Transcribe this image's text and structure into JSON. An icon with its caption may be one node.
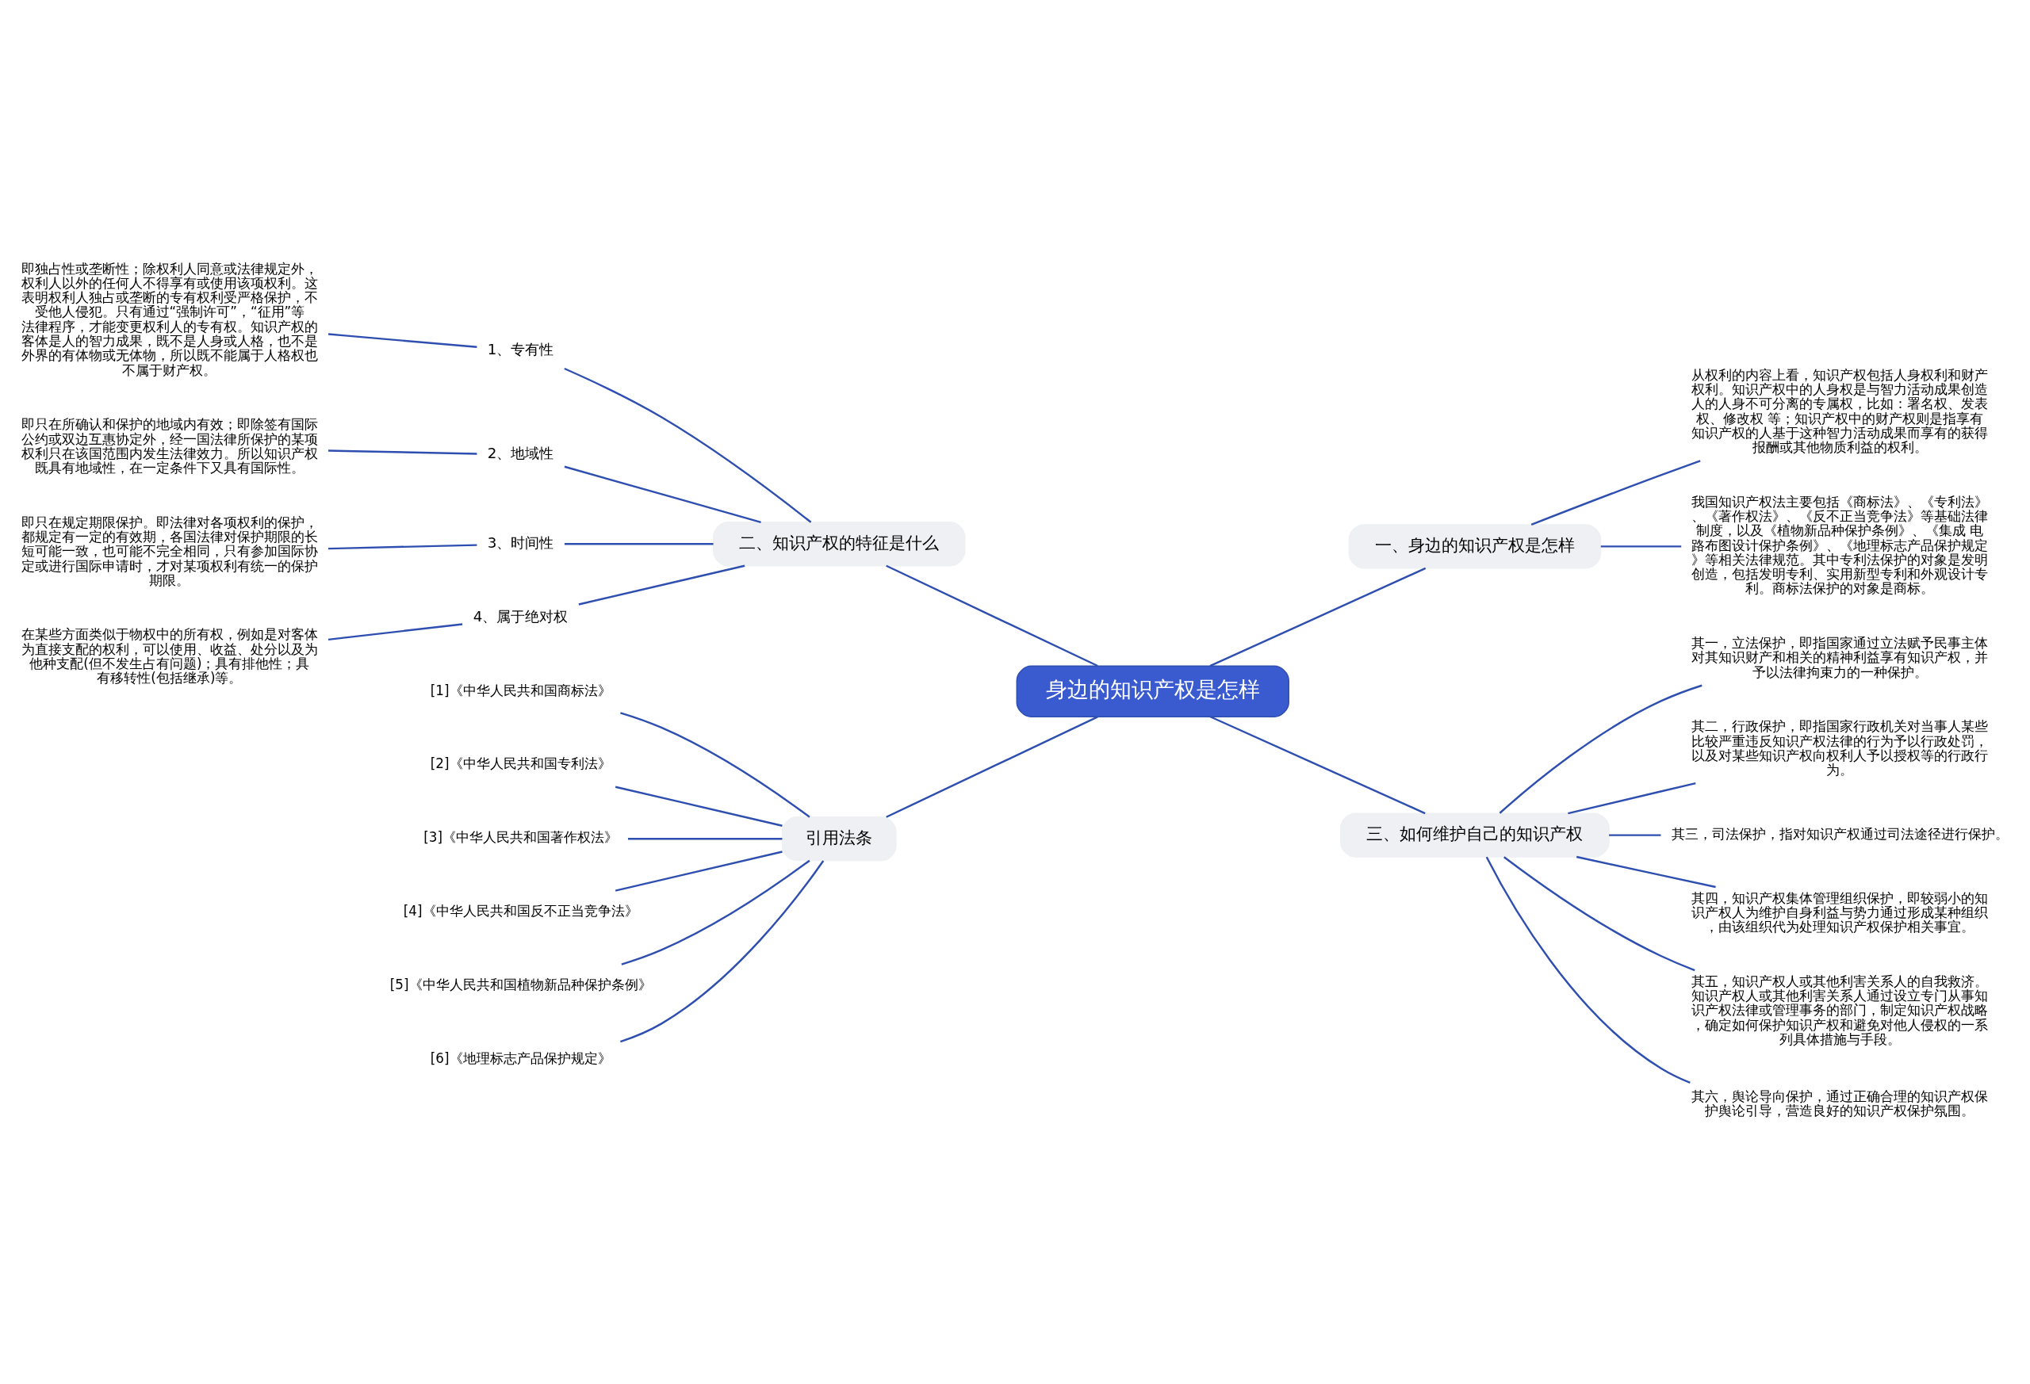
{
  "diagram": {
    "nodes": [
      {
        "text": [
          "身边的知识产权是怎样"
        ]
      },
      {
        "text": [
          "一、身边的知识产权是怎样"
        ]
      },
      {
        "text": [
          "从权利的内容上看，知识产权包括人身权利和财产权利。知识产权中的人身权是与智力活动成果创造人的人身不可分离的专属权，比如：署名权、发表权、修改权 等；知识产权中的财产权则是指享有知识产权的人基于这种智力活动成果而享有的获得报酬或其他物质利益的权利。"
        ]
      },
      {
        "text": [
          "我国知识产权法主要包括《商标法》、《专利法》、《著作权法》、《反不正当竞争法》等基础法律制度，以及《植物新品种保护条例》、《集成 电路布图设计保护条例》、《地理标志产品保护规定》等相关法律规范。其中专利法保护的对象是发明创造，包括发明专利、实用新型专利和外观设计专利。商标法保护的对象是商标。"
        ]
      },
      {
        "text": [
          "二、知识产权的特征是什么"
        ]
      },
      {
        "text": [
          "1、专有性"
        ]
      },
      {
        "text": [
          "即独占性或垄断性；除权利人同意或法律规定外，权利人以外的任何人不得享有或使用该项权利。这表明权利人独占或垄断的专有权利受严格保护，不受他人侵犯。只有通过“强制许可”，“征用”等法律程序，才能变更权利人的专有权。知识产权的客体是人的智力成果，既不是人身或人格，也不是外界的有体物或无体物，所以既不能属于人格权也不属于财产权。"
        ]
      },
      {
        "text": [
          "2、地域性"
        ]
      },
      {
        "text": [
          "即只在所确认和保护的地域内有效；即除签有国际公约或双边互惠协定外，经一国法律所保护的某项权利只在该国范围内发生法律效力。所以知识产权既具有地域性，在一定条件下又具有国际性。"
        ]
      },
      {
        "text": [
          "3、时间性"
        ]
      },
      {
        "text": [
          "即只在规定期限保护。即法律对各项权利的保护，都规定有一定的有效期，各国法律对保护期限的长短可能一致，也可能不完全相同，只有参加国际协定或进行国际申请时，才对某项权利有统一的保护期限。"
        ]
      },
      {
        "text": [
          "4、属于绝对权"
        ]
      },
      {
        "text": [
          "在某些方面类似于物权中的所有权，例如是对客体为直接支配的权利，可以使用、收益、处分以及为他种支配(但不发生占有问题)；具有排他性；具有移转性(包括继承)等。"
        ]
      },
      {
        "text": [
          "三、如何维护自己的知识产权"
        ]
      },
      {
        "text": [
          "其一，立法保护，即指国家通过立法赋予民事主体对其知识财产和相关的精神利益享有知识产权，并予以法律拘束力的一种保护。"
        ]
      },
      {
        "text": [
          "其二，行政保护，即指国家行政机关对当事人某些比较严重违反知识产权法律的行为予以行政处罚，以及对某些知识产权向权利人予以授权等的行政行为。"
        ]
      },
      {
        "text": [
          "其三，司法保护，指对知识产权通过司法途径进行保护。"
        ]
      },
      {
        "text": [
          "其四，知识产权集体管理组织保护，即较弱小的知识产权人为维护自身利益与势力通过形成某种组织，由该组织代为处理知识产权保护相关事宜。"
        ]
      },
      {
        "text": [
          "其五，知识产权人或其他利害关系人的自我救济。知识产权人或其他利害关系人通过设立专门从事知识产权法律或管理事务的部门，制定知识产权战略，确定如何保护知识产权和避免对他人侵权的一系列具体措施与手段。"
        ]
      },
      {
        "text": [
          "其六，舆论导向保护，通过正确合理的知识产权保护舆论引导，营造良好的知识产权保护氛围。"
        ]
      },
      {
        "text": [
          "引用法条"
        ]
      },
      {
        "text": [
          "[1]《中华人民共和国商标法》"
        ]
      },
      {
        "text": [
          "[2]《中华人民共和国专利法》"
        ]
      },
      {
        "text": [
          "[3]《中华人民共和国著作权法》"
        ]
      },
      {
        "text": [
          "[4]《中华人民共和国反不正当竞争法》"
        ]
      },
      {
        "text": [
          "[5]《中华人民共和国植物新品种保护条例》"
        ]
      },
      {
        "text": [
          "[6]《地理标志产品保护规定》"
        ]
      }
    ],
    "edges": [
      {
        "from": 0,
        "to": 1,
        "arrow": "none"
      },
      {
        "from": 1,
        "to": 2,
        "arrow": "none"
      },
      {
        "from": 1,
        "to": 3,
        "arrow": "none"
      },
      {
        "from": 0,
        "to": 4,
        "arrow": "none"
      },
      {
        "from": 4,
        "to": 5,
        "arrow": "none"
      },
      {
        "from": 5,
        "to": 6,
        "arrow": "none"
      },
      {
        "from": 4,
        "to": 7,
        "arrow": "none"
      },
      {
        "from": 7,
        "to": 8,
        "arrow": "none"
      },
      {
        "from": 4,
        "to": 9,
        "arrow": "none"
      },
      {
        "from": 9,
        "to": 10,
        "arrow": "none"
      },
      {
        "from": 4,
        "to": 11,
        "arrow": "none"
      },
      {
        "from": 11,
        "to": 12,
        "arrow": "none"
      },
      {
        "from": 0,
        "to": 13,
        "arrow": "none"
      },
      {
        "from": 13,
        "to": 14,
        "arrow": "none"
      },
      {
        "from": 13,
        "to": 15,
        "arrow": "none"
      },
      {
        "from": 13,
        "to": 16,
        "arrow": "none"
      },
      {
        "from": 13,
        "to": 17,
        "arrow": "none"
      },
      {
        "from": 13,
        "to": 18,
        "arrow": "none"
      },
      {
        "from": 13,
        "to": 19,
        "arrow": "none"
      },
      {
        "from": 0,
        "to": 20,
        "arrow": "none"
      },
      {
        "from": 20,
        "to": 21,
        "arrow": "none"
      },
      {
        "from": 20,
        "to": 22,
        "arrow": "none"
      },
      {
        "from": 20,
        "to": 23,
        "arrow": "none"
      },
      {
        "from": 20,
        "to": 24,
        "arrow": "none"
      },
      {
        "from": 20,
        "to": 25,
        "arrow": "none"
      },
      {
        "from": 20,
        "to": 26,
        "arrow": "none"
      }
    ]
  }
}
